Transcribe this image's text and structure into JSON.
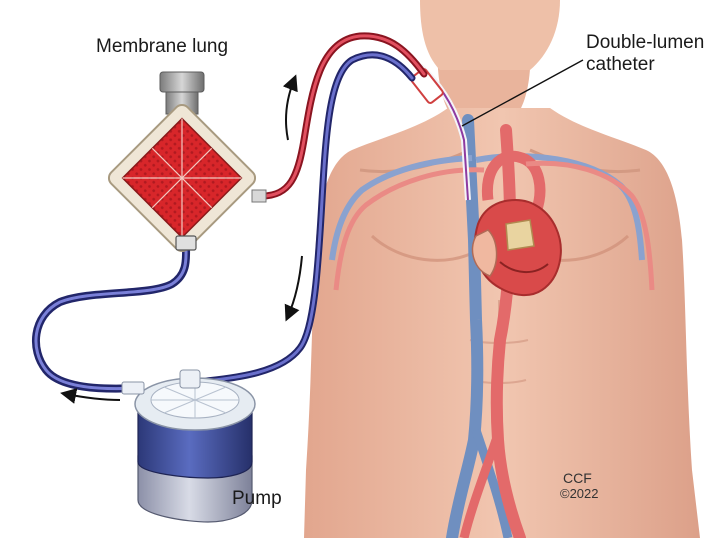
{
  "labels": {
    "membrane_lung": "Membrane lung",
    "catheter_line1": "Double-lumen",
    "catheter_line2": "catheter",
    "pump": "Pump",
    "credit": "CCF",
    "copyright": "©2022"
  },
  "colors": {
    "skin": "#efc0a8",
    "skin_shadow": "#d99b82",
    "oxygenated_blood": "#c8202e",
    "deoxygenated_blood": "#3b3f9a",
    "vein": "#6f8fc0",
    "artery": "#e36a6a",
    "lung_housing": "#efe6d6",
    "lung_membrane": "#d8262a",
    "pump_canister": "#3b4a9a",
    "pump_cap": "#e6ecf2",
    "metal": "#a8a8a8"
  }
}
